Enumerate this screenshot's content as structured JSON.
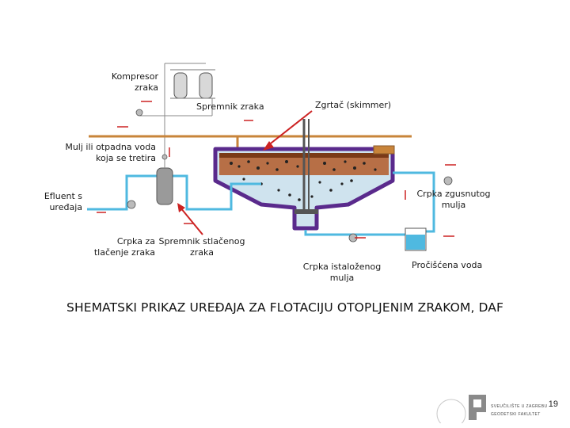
{
  "labels": {
    "compressor": [
      "Kompresor",
      "zraka"
    ],
    "air_tank": "Spremnik zraka",
    "skimmer": "Zgrtač (skimmer)",
    "influent": [
      "Mulj ili otpadna voda",
      "koja se tretira"
    ],
    "effluent": [
      "Efluent s",
      "uređaja"
    ],
    "thickened_pump": [
      "Crpka zgusnutog",
      "mulja"
    ],
    "pressurizing_pump": [
      "Crpka za",
      "tlačenje zraka"
    ],
    "pressurized_tank": [
      "Spremnik stlačenog",
      "zraka"
    ],
    "settled_pump": [
      "Crpka istaloženog",
      "mulja"
    ],
    "clean_water": "Pročišćena voda"
  },
  "caption": "SHEMATSKI PRIKAZ UREĐAJA ZA FLOTACIJU OTOPLJENIM ZRAKOM, DAF",
  "page_number": "19",
  "logo": {
    "lines": [
      "SVEUČILIŠTE U ZAGREBU",
      "GEODETSKI FAKULTET"
    ]
  },
  "colors": {
    "pipe_blue": "#4fb9e0",
    "pipe_orange": "#c8843a",
    "tank_purple": "#5a2a8c",
    "sludge_brown": "#b35a28",
    "arrow_red": "#cc2222",
    "equipment_gray": "#8a8a8a"
  }
}
